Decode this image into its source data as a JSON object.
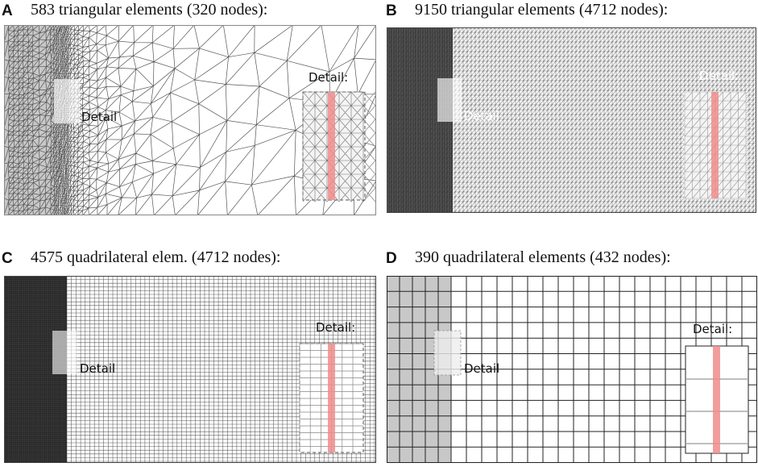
{
  "panels": [
    {
      "label": "A",
      "title": "583 triangular elements (320 nodes):",
      "detail_label": "Detail",
      "detail_title": "Detail:"
    },
    {
      "label": "B",
      "title": "9150 triangular elements (4712 nodes):",
      "detail_label": "Detail",
      "detail_title": "Detail:"
    },
    {
      "label": "C",
      "title": "4575 quadrilateral elem. (4712 nodes):",
      "detail_label": "Detail",
      "detail_title": "Detail:"
    },
    {
      "label": "D",
      "title": "390 quadrilateral elements (432 nodes):",
      "detail_label": "Detail",
      "detail_title": "Detail:"
    }
  ],
  "colors": {
    "mesh_line": "#555555",
    "shaded_region": "#c8c8c8",
    "highlight_strip": "#f08c8c",
    "dense_region": "#3a3a3a"
  }
}
